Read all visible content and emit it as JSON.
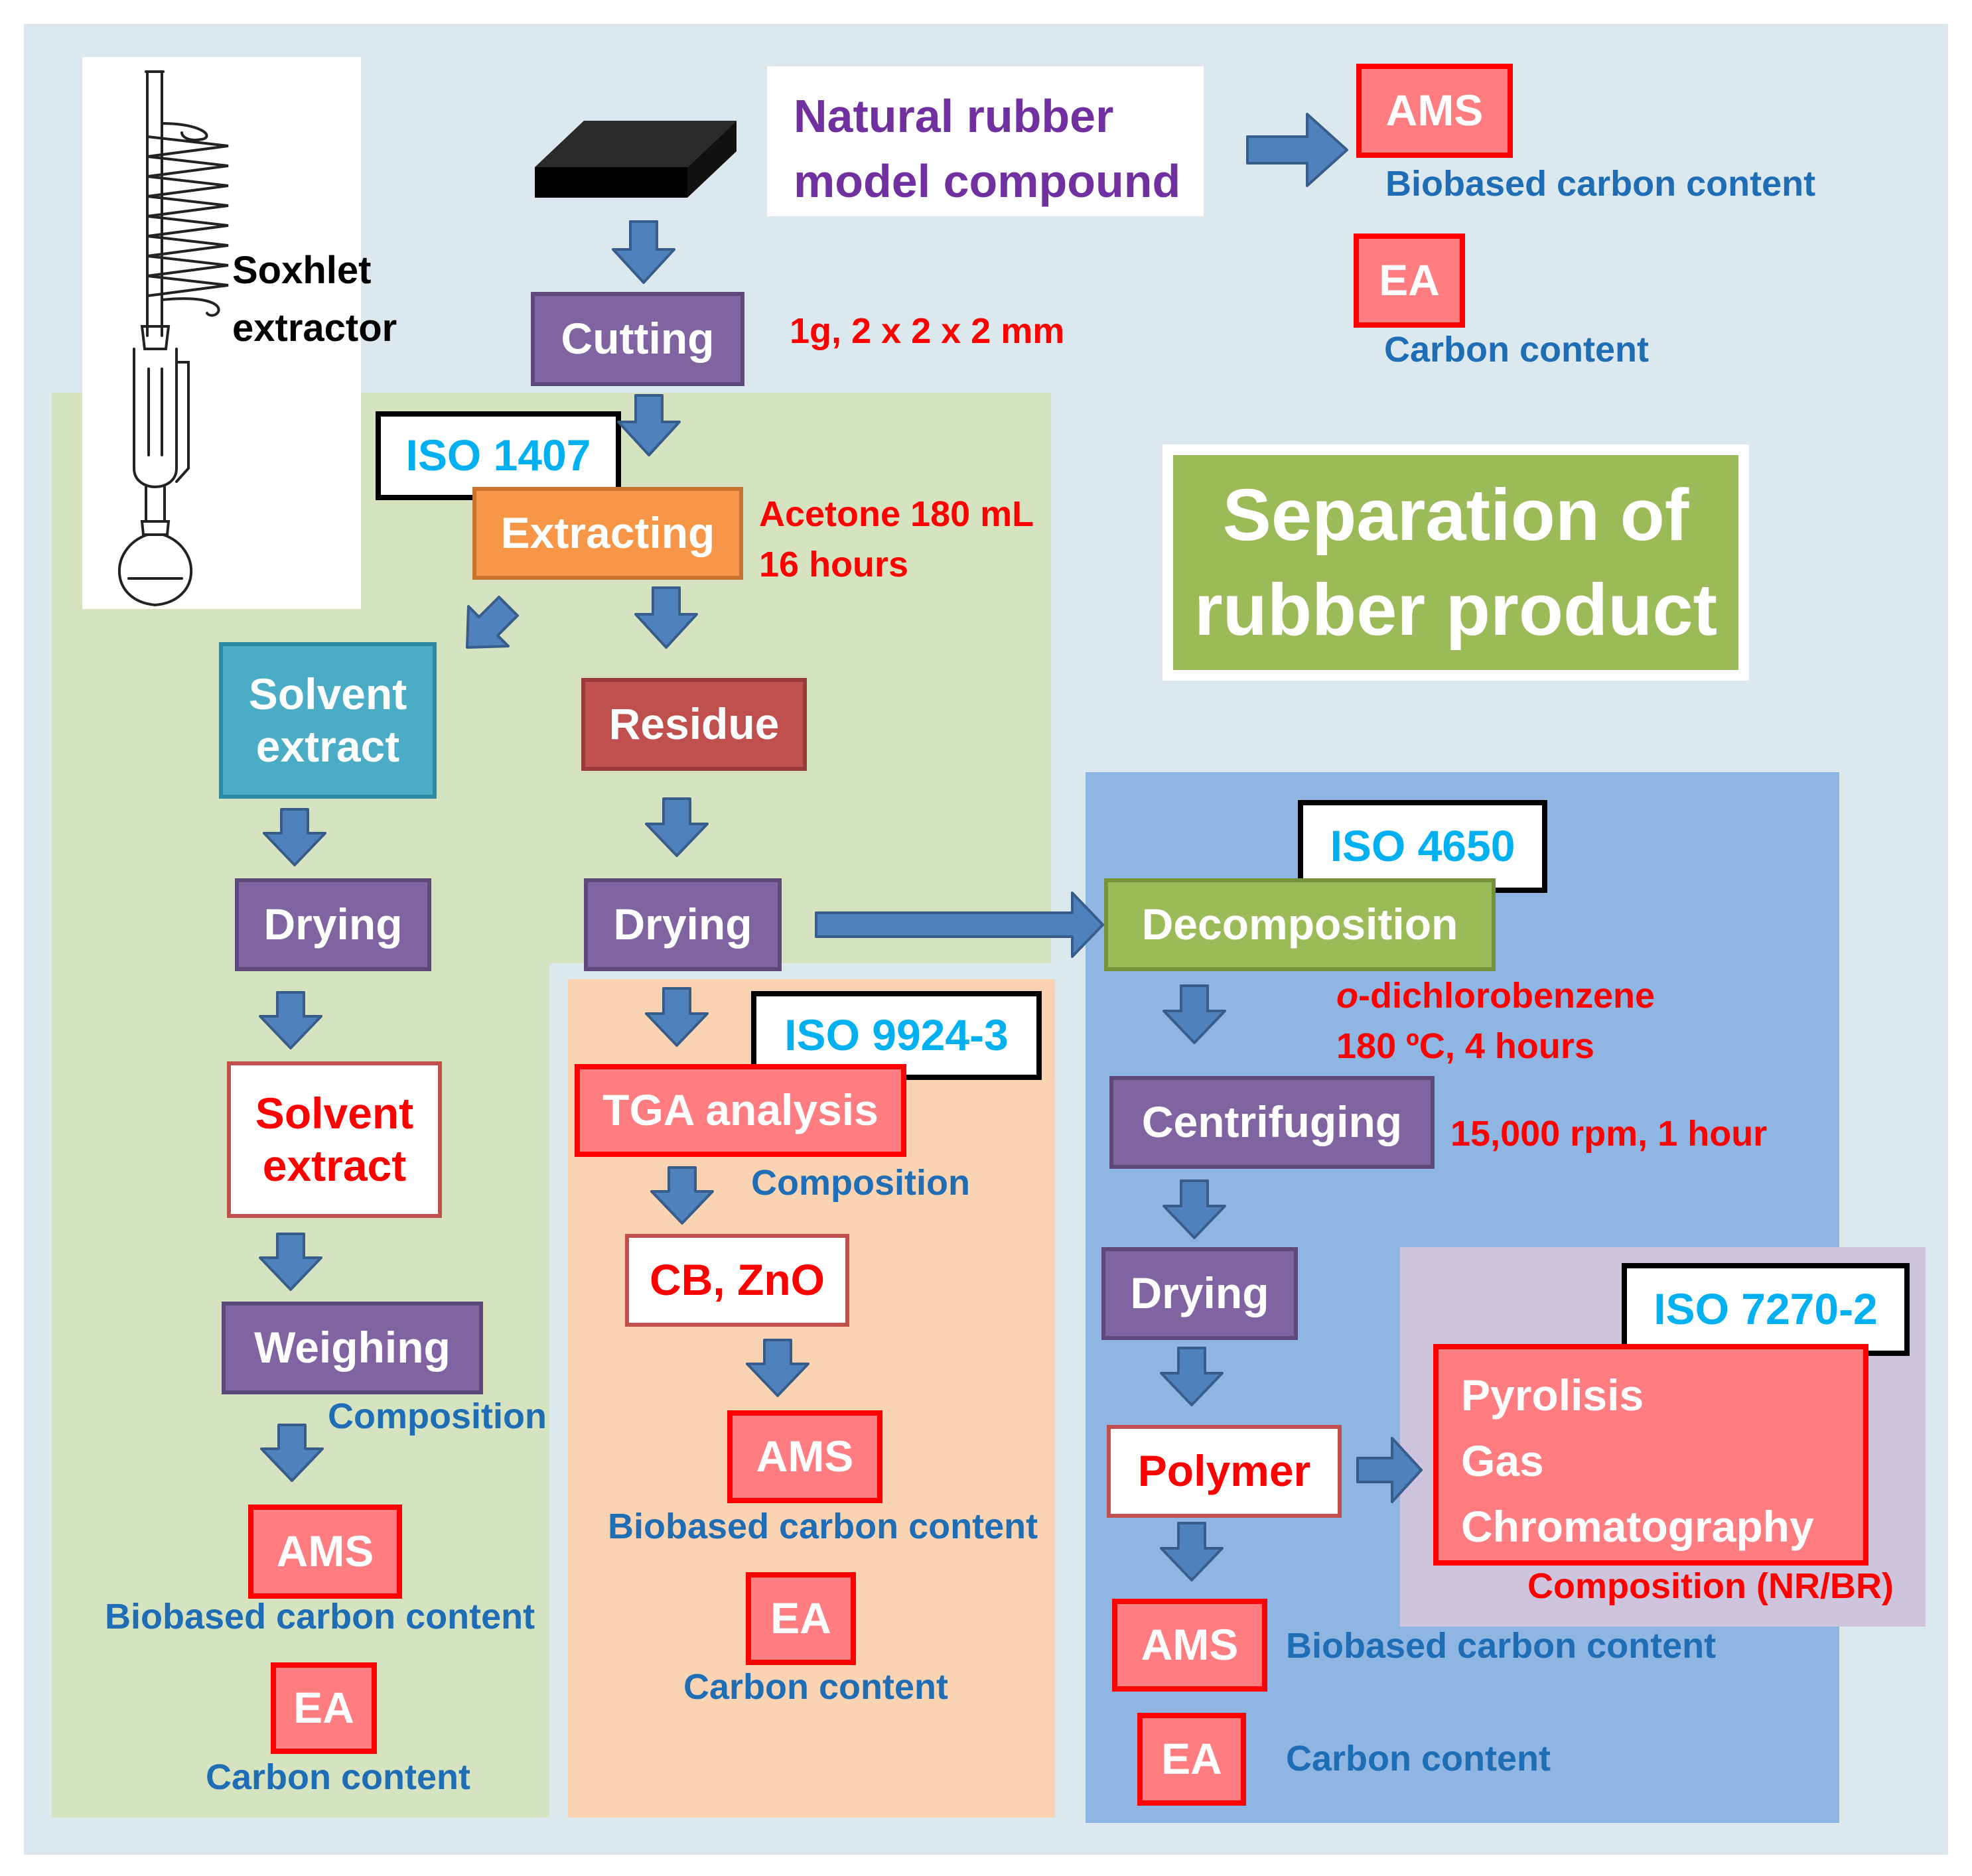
{
  "title": "Separation of\nrubber product",
  "material_label": "Natural rubber\nmodel compound",
  "soxhlet_label": "Soxhlet\nextractor",
  "colors": {
    "step_purple": "#8064a2",
    "extract_orange": "#f79646",
    "solvent_teal": "#4bacc6",
    "residue_red": "#c0504d",
    "decomposition_green": "#9bbb59",
    "analysis_pink": "#ff7c80",
    "iso_text": "#00b0f0",
    "arrow_blue": "#4f81bd",
    "note_red": "#ff0000",
    "note_blue": "#1f6db5"
  },
  "top": {
    "cutting": "Cutting",
    "cutting_note": "1g, 2 x 2 x 2  mm",
    "ams": "AMS",
    "ams_note": "Biobased carbon content",
    "ea": "EA",
    "ea_note": "Carbon content"
  },
  "extraction": {
    "iso": "ISO 1407",
    "step": "Extracting",
    "note_line1": "Acetone 180 mL",
    "note_line2": "16 hours"
  },
  "solvent_branch": {
    "solvent_extract": "Solvent\nextract",
    "drying": "Drying",
    "solvent_extract_result": "Solvent\nextract",
    "weighing": "Weighing",
    "composition_note": "Composition",
    "ams": "AMS",
    "ams_note": "Biobased carbon content",
    "ea": "EA",
    "ea_note": "Carbon content"
  },
  "residue_branch": {
    "residue": "Residue",
    "drying": "Drying",
    "iso": "ISO 9924-3",
    "tga": "TGA analysis",
    "composition_note": "Composition",
    "fillers": "CB, ZnO",
    "ams": "AMS",
    "ams_note": "Biobased carbon content",
    "ea": "EA",
    "ea_note": "Carbon content"
  },
  "polymer_branch": {
    "iso": "ISO 4650",
    "decomposition": "Decomposition",
    "solvent_prefix": "o",
    "solvent_rest": "-dichlorobenzene",
    "temperature": "180 ºC, 4 hours",
    "centrifuging": "Centrifuging",
    "centrifuging_note": "15,000 rpm, 1 hour",
    "drying": "Drying",
    "polymer": "Polymer",
    "ams": "AMS",
    "ams_note": "Biobased carbon content",
    "ea": "EA",
    "ea_note": "Carbon content"
  },
  "pyrolysis": {
    "iso": "ISO 7270-2",
    "text": "Pyrolisis\nGas\nChromatography",
    "note": "Composition (NR/BR)"
  }
}
